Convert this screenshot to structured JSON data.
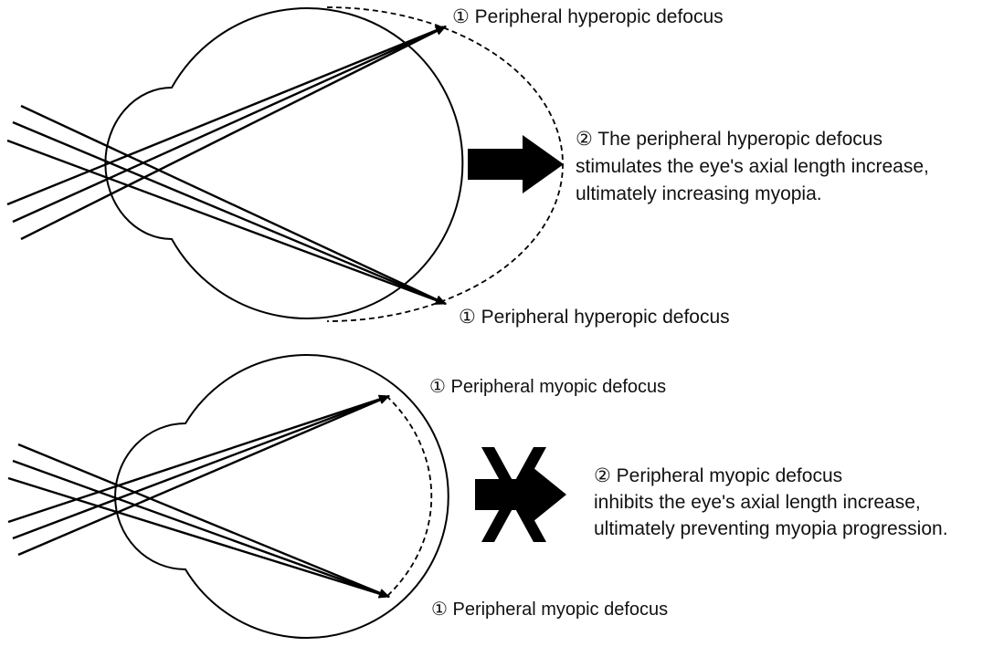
{
  "panels": {
    "hyperopic": {
      "top_label": "① Peripheral hyperopic defocus",
      "bottom_label": "① Peripheral hyperopic defocus",
      "description": [
        "② The peripheral hyperopic defocus",
        "stimulates the eye's axial length increase,",
        "ultimately increasing myopia."
      ]
    },
    "myopic": {
      "top_label": "① Peripheral myopic defocus",
      "bottom_label": "① Peripheral myopic defocus",
      "description": [
        "② Peripheral myopic defocus",
        "inhibits the eye's axial length increase,",
        "ultimately preventing myopia progression."
      ]
    }
  },
  "icons": {
    "stimulate_arrow": "block-arrow-right-icon",
    "inhibit_arrow": "crossed-block-arrow-right-icon",
    "ray_arrowhead": "arrowhead-icon"
  },
  "colors": {
    "stroke": "#000000",
    "text": "#111111",
    "background": "#ffffff"
  }
}
